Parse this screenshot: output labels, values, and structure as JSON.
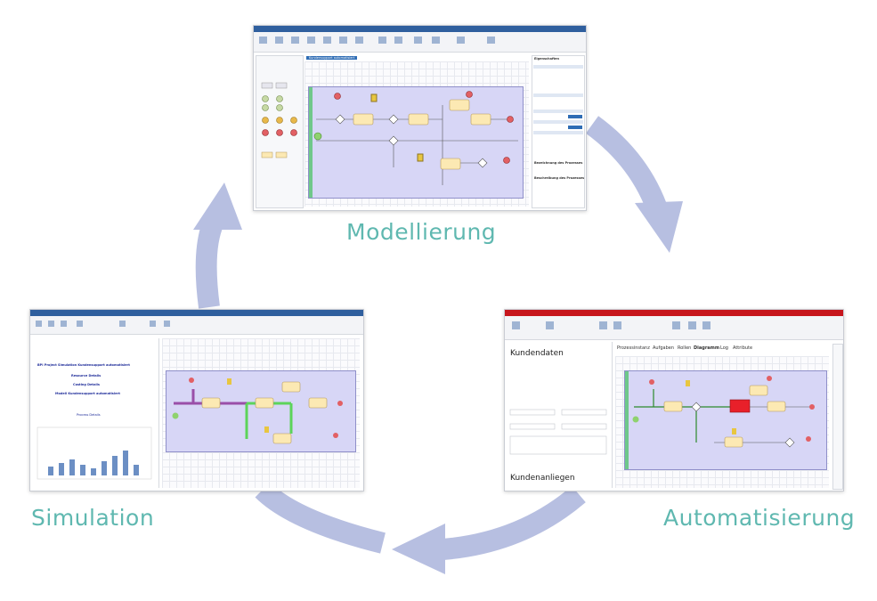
{
  "stages": {
    "modeling": "Modellierung",
    "simulation": "Simulation",
    "automation": "Automatisierung"
  },
  "colors": {
    "arrow": "#b7bfe1",
    "label": "#5fb8b0"
  },
  "modeling_window": {
    "tab_active": "Kundensupport automatisiert",
    "panel_title": "Eigenschaften",
    "description_heading": "Bezeichnung des Prozesses",
    "description_label": "Beschreibung des Prozesses"
  },
  "simulation_window": {
    "report_title": "BPI Project Simulation Kundensupport automatisiert",
    "links": [
      "Resource Details",
      "Costing Details",
      "Modell Kundensupport automatisiert"
    ],
    "section": "Process Details"
  },
  "automation_window": {
    "tabs": [
      "Prozessinstanz",
      "Aufgaben",
      "Rollen",
      "Diagramm",
      "Log",
      "Attribute"
    ],
    "active_tab": "Diagramm",
    "form_title": "Kundendaten",
    "form_footer": "Kundenanliegen"
  }
}
